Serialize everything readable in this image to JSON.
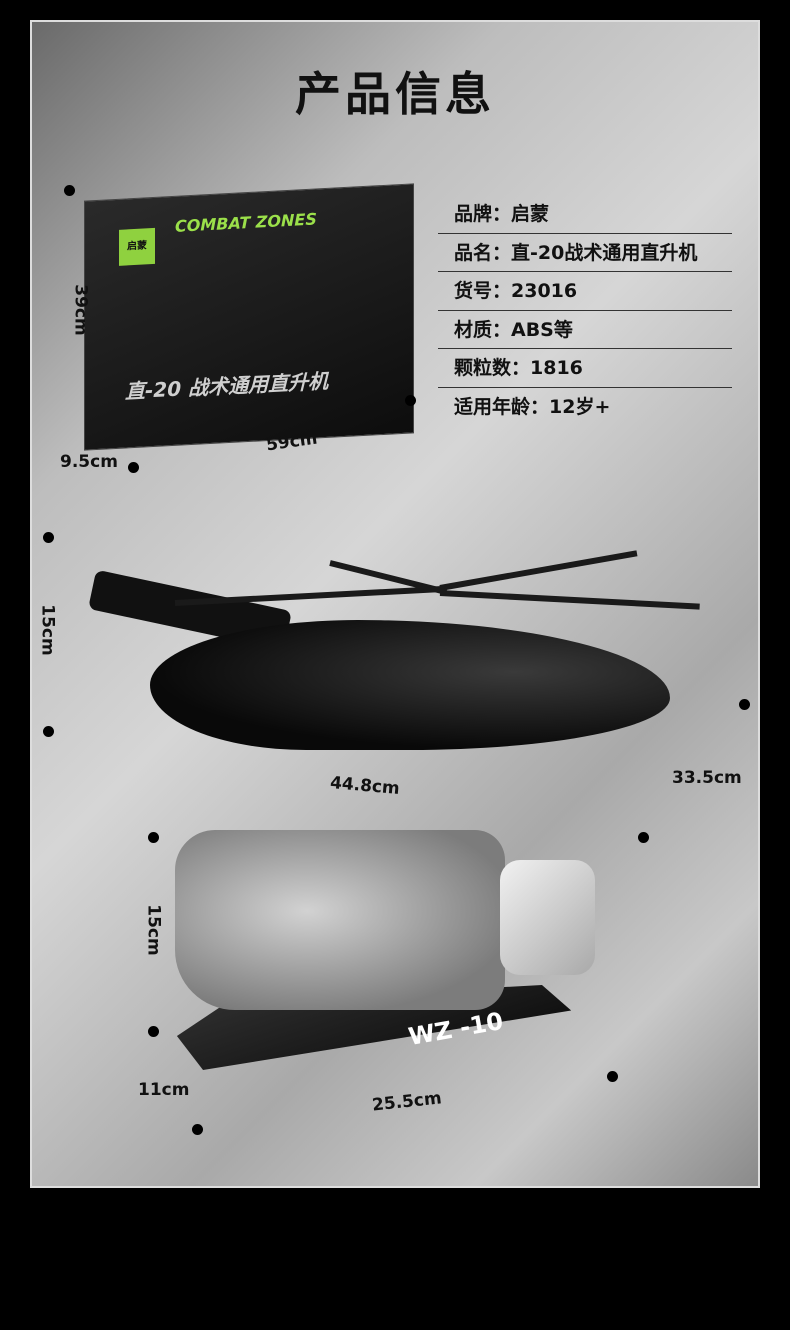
{
  "title": "产品信息",
  "info": [
    {
      "label": "品牌：启蒙"
    },
    {
      "label": "品名：直-20战术通用直升机"
    },
    {
      "label": "货号：23016"
    },
    {
      "label": "材质：ABS等"
    },
    {
      "label": "颗粒数：1816"
    },
    {
      "label": "适用年龄：12岁+"
    }
  ],
  "box": {
    "logo": "COMBAT ZONES",
    "brand": "启蒙",
    "name": "直-20 战术通用直升机",
    "height": "39cm",
    "width": "59cm",
    "depth": "9.5cm"
  },
  "helicopter": {
    "height": "15cm",
    "length": "44.8cm",
    "width": "33.5cm"
  },
  "engine": {
    "label": "WZ -10",
    "height": "15cm",
    "depth": "11cm",
    "length": "25.5cm"
  }
}
